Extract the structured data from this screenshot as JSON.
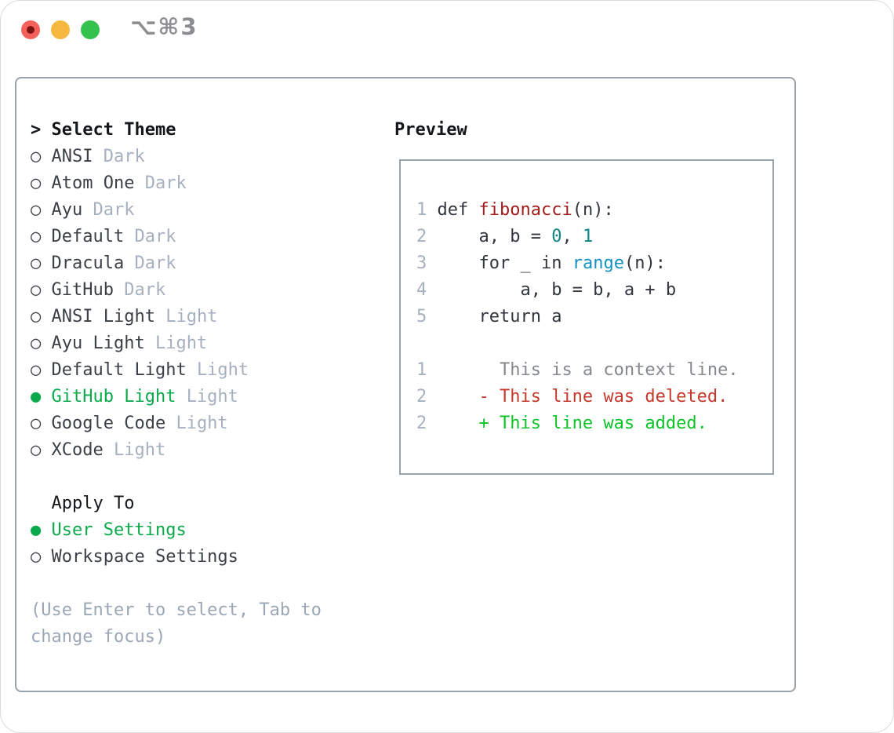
{
  "titlebar": {
    "title": "⌥⌘3"
  },
  "colors": {
    "selection_green": "#0aa94b",
    "added_green": "#0dc327",
    "deleted_red": "#c5392c",
    "function_red": "#a31c1c",
    "number_teal": "#0d8585",
    "builtin_blue": "#1492c4",
    "muted_gray": "#a6b0bf",
    "panel_border": "#9aa3ad"
  },
  "theme_menu": {
    "heading_prefix": "> ",
    "heading": "Select Theme",
    "items": [
      {
        "label": "ANSI",
        "variant": "Dark",
        "selected": false
      },
      {
        "label": "Atom One",
        "variant": "Dark",
        "selected": false
      },
      {
        "label": "Ayu",
        "variant": "Dark",
        "selected": false
      },
      {
        "label": "Default",
        "variant": "Dark",
        "selected": false
      },
      {
        "label": "Dracula",
        "variant": "Dark",
        "selected": false
      },
      {
        "label": "GitHub",
        "variant": "Dark",
        "selected": false
      },
      {
        "label": "ANSI Light",
        "variant": "Light",
        "selected": false
      },
      {
        "label": "Ayu Light",
        "variant": "Light",
        "selected": false
      },
      {
        "label": "Default Light",
        "variant": "Light",
        "selected": false
      },
      {
        "label": "GitHub Light",
        "variant": "Light",
        "selected": true
      },
      {
        "label": "Google Code",
        "variant": "Light",
        "selected": false
      },
      {
        "label": "XCode",
        "variant": "Light",
        "selected": false
      }
    ]
  },
  "apply_to": {
    "heading": "Apply To",
    "options": [
      {
        "label": "User Settings",
        "selected": true
      },
      {
        "label": "Workspace Settings",
        "selected": false
      }
    ]
  },
  "hint_lines": [
    "(Use Enter to select, Tab to",
    "change focus)"
  ],
  "preview": {
    "heading": "Preview",
    "code_lines": [
      [
        {
          "t": "1 ",
          "c": "ln"
        },
        {
          "t": "def ",
          "c": "kw"
        },
        {
          "t": "fibonacci",
          "c": "fn"
        },
        {
          "t": "(n):",
          "c": "pl"
        }
      ],
      [
        {
          "t": "2 ",
          "c": "ln"
        },
        {
          "t": "    a, b = ",
          "c": "pl"
        },
        {
          "t": "0",
          "c": "num"
        },
        {
          "t": ", ",
          "c": "pl"
        },
        {
          "t": "1",
          "c": "num"
        }
      ],
      [
        {
          "t": "3 ",
          "c": "ln"
        },
        {
          "t": "    ",
          "c": "pl"
        },
        {
          "t": "for",
          "c": "kw"
        },
        {
          "t": " _ ",
          "c": "pl"
        },
        {
          "t": "in",
          "c": "kw"
        },
        {
          "t": " ",
          "c": "pl"
        },
        {
          "t": "range",
          "c": "bi"
        },
        {
          "t": "(n):",
          "c": "pl"
        }
      ],
      [
        {
          "t": "4 ",
          "c": "ln"
        },
        {
          "t": "        a, b = b, a + b",
          "c": "pl"
        }
      ],
      [
        {
          "t": "5 ",
          "c": "ln"
        },
        {
          "t": "    ",
          "c": "pl"
        },
        {
          "t": "return",
          "c": "kw"
        },
        {
          "t": " a",
          "c": "pl"
        }
      ]
    ],
    "diff_lines": [
      [
        {
          "t": "1 ",
          "c": "ln"
        },
        {
          "t": "      This is a context line.",
          "c": "ctx"
        }
      ],
      [
        {
          "t": "2 ",
          "c": "ln"
        },
        {
          "t": "    - This line was deleted.",
          "c": "del"
        }
      ],
      [
        {
          "t": "2 ",
          "c": "ln"
        },
        {
          "t": "    + This line was added.",
          "c": "add"
        }
      ]
    ]
  }
}
